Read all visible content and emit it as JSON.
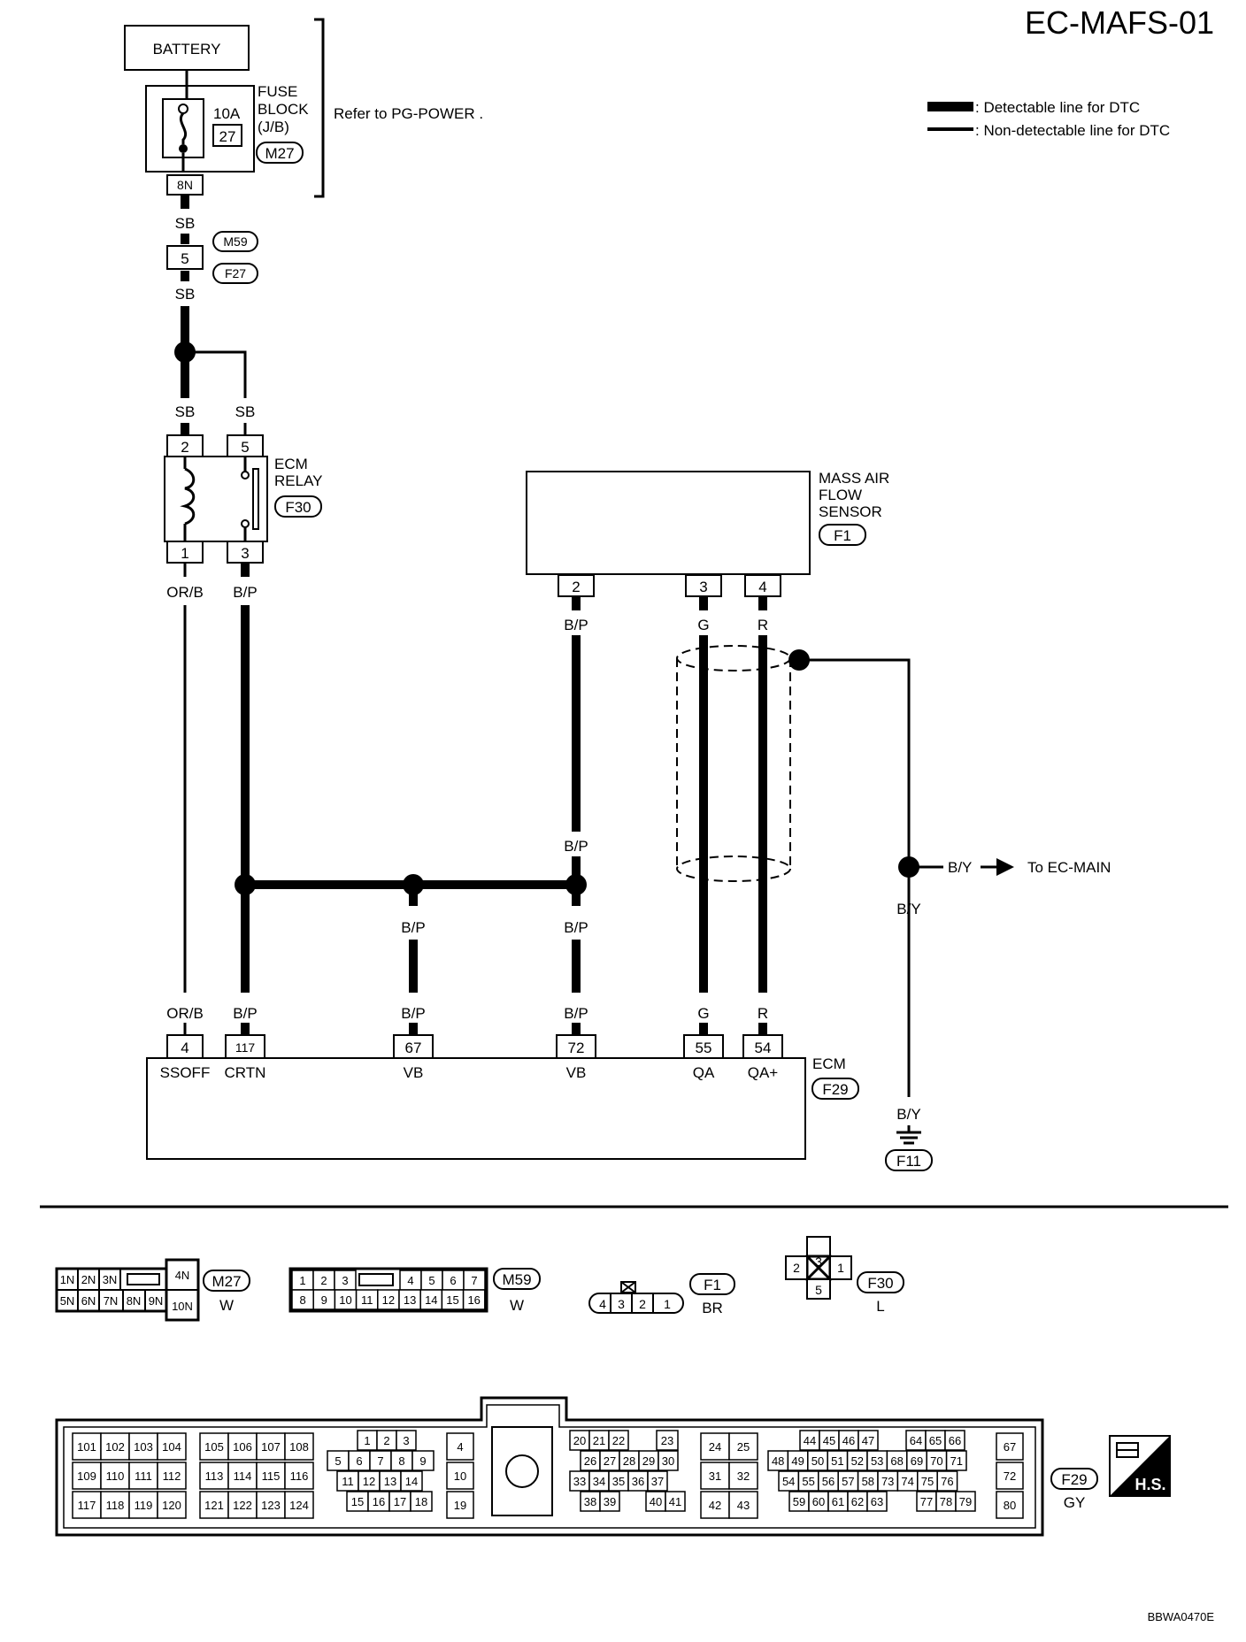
{
  "title": "EC-MAFS-01",
  "legend": {
    "detectable": ": Detectable line for DTC",
    "non_detectable": ": Non-detectable line for DTC"
  },
  "battery": "BATTERY",
  "fuse": {
    "label_1": "FUSE",
    "label_2": "BLOCK",
    "label_3": "(J/B)",
    "amp": "10A",
    "number": "27",
    "connector": "M27",
    "pin": "8N",
    "refer": "Refer to  PG-POWER ."
  },
  "joint": {
    "wire_top": "SB",
    "pin": "5",
    "conn_top": "M59",
    "conn_bottom": "F27",
    "wire_bottom": "SB"
  },
  "ecm_relay": {
    "label_1": "ECM",
    "label_2": "RELAY",
    "connector": "F30",
    "wire_left_top": "SB",
    "wire_right_top": "SB",
    "pin_2": "2",
    "pin_5": "5",
    "pin_1": "1",
    "pin_3": "3",
    "wire_left_bottom": "OR/B",
    "wire_right_bottom": "B/P"
  },
  "maf": {
    "label_1": "MASS AIR",
    "label_2": "FLOW",
    "label_3": "SENSOR",
    "connector": "F1",
    "pins": [
      "2",
      "3",
      "4"
    ],
    "wires": [
      "B/P",
      "G",
      "R"
    ]
  },
  "mid": {
    "bp_upper": "B/P",
    "bp_67": "B/P",
    "bp_72": "B/P",
    "by_right": "B/Y",
    "to_main": "To EC-MAIN",
    "by_down": "B/Y"
  },
  "ecm": {
    "label": "ECM",
    "connector": "F29",
    "pins": [
      {
        "wire": "OR/B",
        "pin": "4",
        "name": "SSOFF"
      },
      {
        "wire": "B/P",
        "pin": "117",
        "name": "CRTN"
      },
      {
        "wire": "B/P",
        "pin": "67",
        "name": "VB"
      },
      {
        "wire": "B/P",
        "pin": "72",
        "name": "VB"
      },
      {
        "wire": "G",
        "pin": "55",
        "name": "QA"
      },
      {
        "wire": "R",
        "pin": "54",
        "name": "QA+"
      }
    ]
  },
  "ground": {
    "wire": "B/Y",
    "connector": "F11"
  },
  "connectors": {
    "m27": {
      "name": "M27",
      "color": "W",
      "row1": [
        "1N",
        "2N",
        "3N"
      ],
      "row2": [
        "5N",
        "6N",
        "7N",
        "8N",
        "9N"
      ],
      "extra": [
        "4N",
        "10N"
      ]
    },
    "m59": {
      "name": "M59",
      "color": "W",
      "row1a": [
        "1",
        "2",
        "3"
      ],
      "row1b": [
        "4",
        "5",
        "6",
        "7"
      ],
      "row2": [
        "8",
        "9",
        "10",
        "11",
        "12",
        "13",
        "14",
        "15",
        "16"
      ]
    },
    "f1": {
      "name": "F1",
      "color": "BR",
      "pins": [
        "4",
        "3",
        "2",
        "1"
      ]
    },
    "f30": {
      "name": "F30",
      "color": "L",
      "top": "3",
      "left": "2",
      "right": "1",
      "bottom": "5"
    },
    "f29": {
      "name": "F29",
      "color": "GY",
      "b1": [
        [
          "101",
          "102",
          "103",
          "104"
        ],
        [
          "109",
          "110",
          "111",
          "112"
        ],
        [
          "117",
          "118",
          "119",
          "120"
        ]
      ],
      "b2": [
        [
          "105",
          "106",
          "107",
          "108"
        ],
        [
          "113",
          "114",
          "115",
          "116"
        ],
        [
          "121",
          "122",
          "123",
          "124"
        ]
      ],
      "b3r1": [
        "1",
        "2",
        "3"
      ],
      "b3r2": [
        "5",
        "6",
        "7",
        "8",
        "9"
      ],
      "b3r3": [
        "11",
        "12",
        "13",
        "14"
      ],
      "b3r4": [
        "15",
        "16",
        "17",
        "18"
      ],
      "b4": [
        "4",
        "10",
        "19"
      ],
      "b5r1": [
        "20",
        "21",
        "22"
      ],
      "b5r1b": [
        "23"
      ],
      "b5r2": [
        "26",
        "27",
        "28",
        "29",
        "30"
      ],
      "b5r3": [
        "33",
        "34",
        "35",
        "36",
        "37"
      ],
      "b5r4": [
        "38",
        "39"
      ],
      "b5r4b": [
        "40",
        "41"
      ],
      "b6": [
        [
          "24",
          "25"
        ],
        [
          "31",
          "32"
        ],
        [
          "42",
          "43"
        ]
      ],
      "b7r1": [
        "44",
        "45",
        "46",
        "47"
      ],
      "b7r1b": [
        "64",
        "65",
        "66"
      ],
      "b7r2": [
        "48",
        "49",
        "50",
        "51",
        "52",
        "53",
        "68",
        "69",
        "70",
        "71"
      ],
      "b7r3": [
        "54",
        "55",
        "56",
        "57",
        "58",
        "73",
        "74",
        "75",
        "76"
      ],
      "b7r4": [
        "59",
        "60",
        "61",
        "62",
        "63"
      ],
      "b7r4b": [
        "77",
        "78",
        "79"
      ],
      "b8": [
        "67",
        "72",
        "80"
      ]
    }
  },
  "hs": "H.S.",
  "code": "BBWA0470E"
}
